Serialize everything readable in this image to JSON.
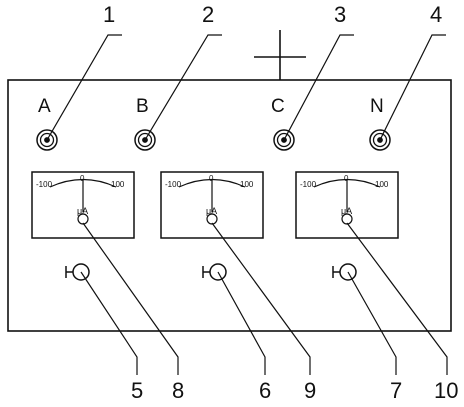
{
  "labels": {
    "callouts": [
      "1",
      "2",
      "3",
      "4",
      "5",
      "6",
      "7",
      "8",
      "9",
      "10"
    ],
    "phases": [
      "A",
      "B",
      "C",
      "N"
    ]
  },
  "meters": [
    {
      "left": "-100",
      "zero": "0",
      "right": "100",
      "unit": "μA"
    },
    {
      "left": "-100",
      "zero": "0",
      "right": "100",
      "unit": "μA"
    },
    {
      "left": "-100",
      "zero": "0",
      "right": "100",
      "unit": "μA"
    }
  ],
  "colors": {
    "line": "#111111",
    "background": "#ffffff"
  }
}
